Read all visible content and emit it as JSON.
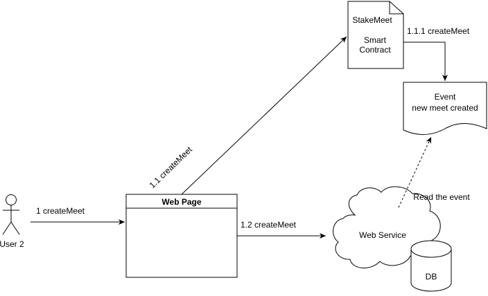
{
  "actor": {
    "label": "User 2"
  },
  "web_page": {
    "title": "Web Page"
  },
  "smart_contract": {
    "line1": "StakeMeet",
    "line2": "Smart",
    "line3": "Contract"
  },
  "event_doc": {
    "line1": "Event",
    "line2": "new meet created"
  },
  "web_service": {
    "label": "Web Service"
  },
  "database": {
    "label": "DB"
  },
  "edges": {
    "user_to_webpage": "1 createMeet",
    "webpage_to_contract": "1.1 createMeet",
    "contract_to_event": "1.1.1 createMeet",
    "webpage_to_service": "1.2 createMeet",
    "service_reads_event": "Read the event"
  },
  "colors": {
    "stroke": "#000000",
    "fill": "#ffffff"
  }
}
